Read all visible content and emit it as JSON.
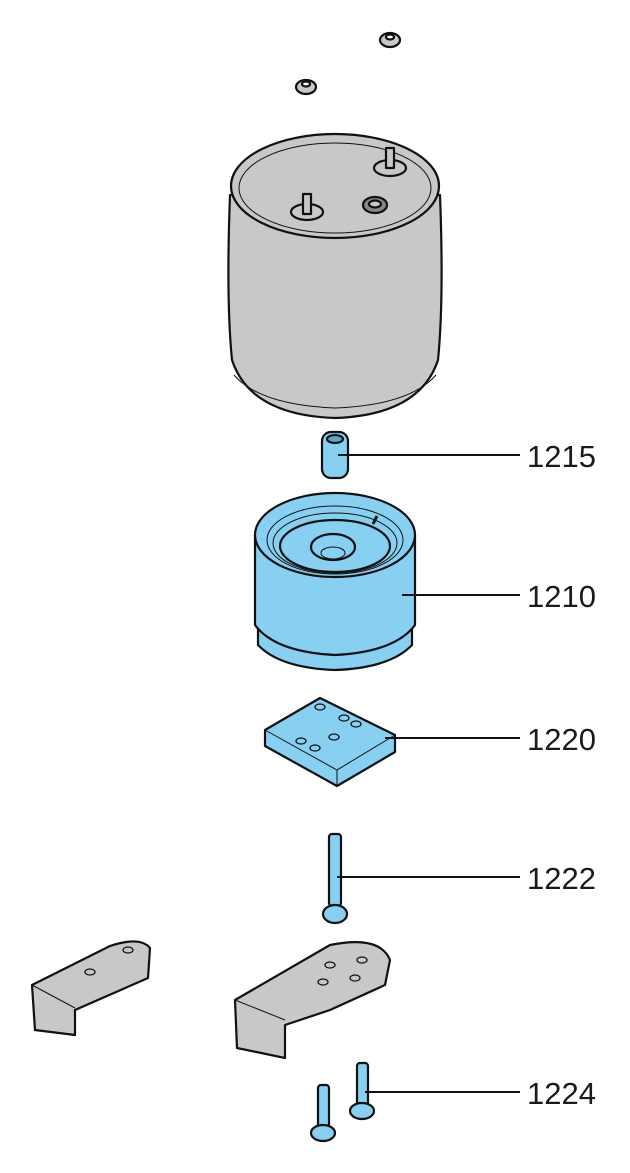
{
  "colors": {
    "highlight": "#88d0f2",
    "part_gray": "#c8c8c8",
    "outline": "#111111"
  },
  "callouts": [
    {
      "id": "1215"
    },
    {
      "id": "1210"
    },
    {
      "id": "1220"
    },
    {
      "id": "1222"
    },
    {
      "id": "1224"
    }
  ]
}
